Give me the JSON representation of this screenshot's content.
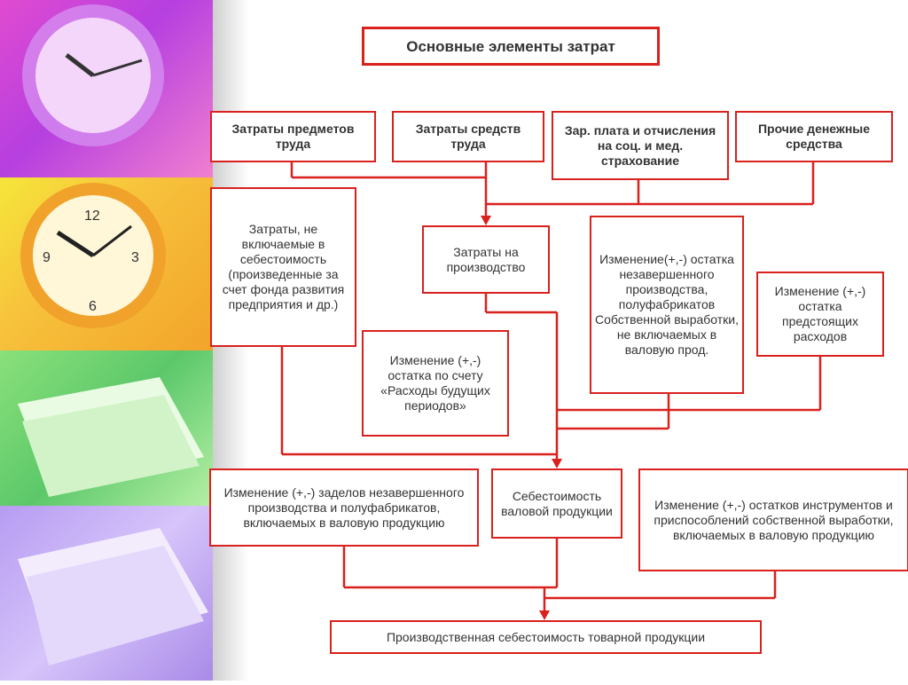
{
  "title": "Основные элементы затрат",
  "boxes": {
    "mat_costs": "Затраты предметов труда",
    "tool_costs": "Затраты средств труда",
    "wages": "Зар. плата и отчисления на соц. и мед. страхование",
    "other_money": "Прочие денежные средства",
    "excluded": "Затраты, не включаемые в себестоимость (произведенные за счет фонда развития предприятия и др.)",
    "production_costs": "Затраты на производство",
    "wip_change": "Изменение(+,-) остатка незавершенного производства, полуфабрикатов Собственной выработки, не включаемых в валовую прод.",
    "reserve_change": "Изменение (+,-) остатка предстоящих расходов",
    "deferred_change": "Изменение (+,-) остатка по счету «Расходы будущих периодов»",
    "backlog_change": "Изменение (+,-) заделов незавершенного производства и полуфабрикатов, включаемых в валовую продукцию",
    "gross_cost": "Себестоимость валовой продукции",
    "tools_change": "Изменение (+,-) остатков инструментов и приспособлений собственной выработки, включаемых в валовую продукцию",
    "final": "Производственная себестоимость товарной продукции"
  },
  "colors": {
    "line": "#d9211e",
    "text": "#333333"
  },
  "icons": [
    "clock-purple",
    "clock-orange",
    "papers-green",
    "papers-purple"
  ]
}
